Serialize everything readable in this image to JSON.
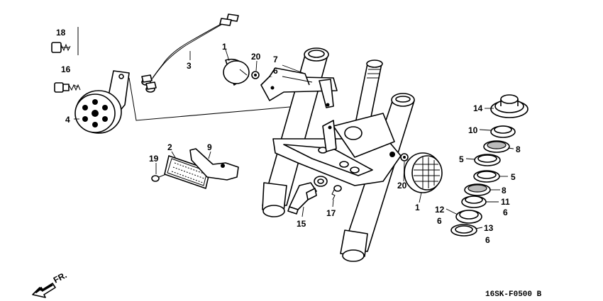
{
  "labels": {
    "p1a": "1",
    "p1b": "1",
    "p2": "2",
    "p3": "3",
    "p4": "4",
    "p5a": "5",
    "p5b": "5",
    "p6a": "6",
    "p6b": "6",
    "p6c": "6",
    "p6d": "6",
    "p7": "7",
    "p8a": "8",
    "p8b": "8",
    "p9": "9",
    "p10": "10",
    "p11": "11",
    "p12": "12",
    "p13": "13",
    "p14": "14",
    "p15": "15",
    "p16": "16",
    "p17": "17",
    "p18": "18",
    "p19": "19",
    "p20a": "20",
    "p20b": "20"
  },
  "diagram_code": "16SK-F0500 B",
  "front_marker": "FR."
}
